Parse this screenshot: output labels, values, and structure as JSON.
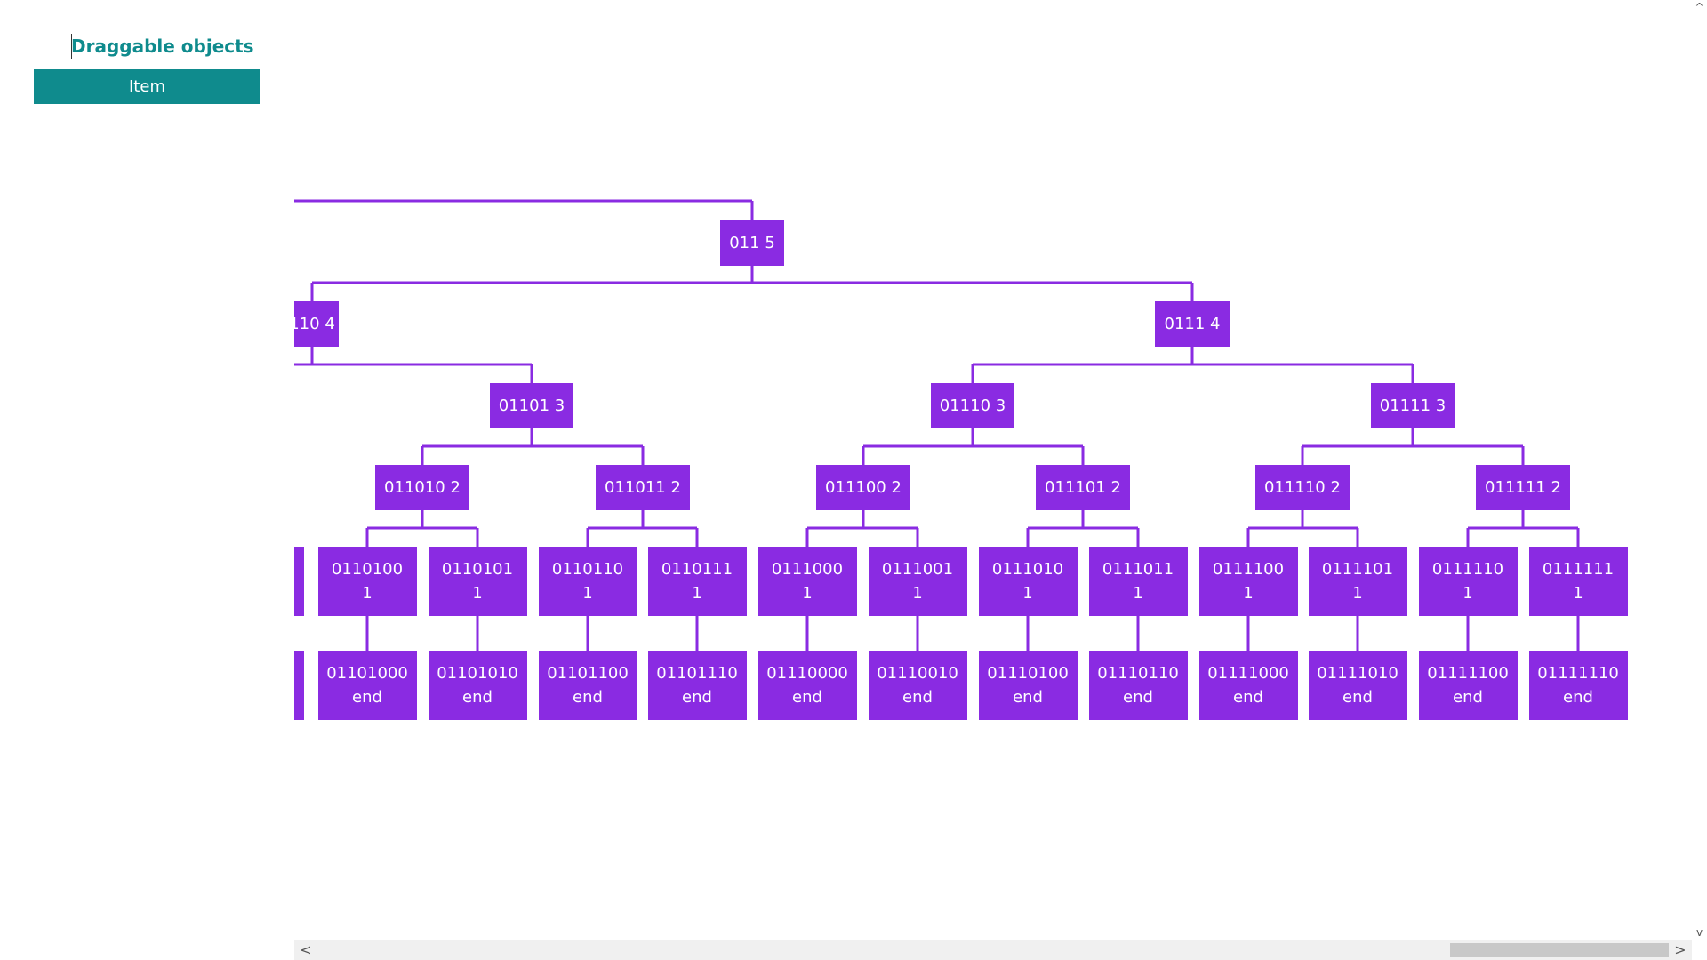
{
  "palette": {
    "title": "Draggable objects",
    "item_label": "Item"
  },
  "colors": {
    "node": "#8a2be2",
    "link": "#8a2be2",
    "palette_accent": "#0f8b8d"
  },
  "diagram": {
    "root": "011 5",
    "level4": [
      "110 4",
      "0111 4"
    ],
    "level3": [
      "01101 3",
      "01110 3",
      "01111 3"
    ],
    "level2": [
      "011010 2",
      "011011 2",
      "011100 2",
      "011101 2",
      "011110 2",
      "011111 2"
    ],
    "level1": [
      "0110100\n1",
      "0110101\n1",
      "0110110\n1",
      "0110111\n1",
      "0111000\n1",
      "0111001\n1",
      "0111010\n1",
      "0111011\n1",
      "0111100\n1",
      "0111101\n1",
      "0111110\n1",
      "0111111\n1"
    ],
    "leaves": [
      "01101000\nend",
      "01101010\nend",
      "01101100\nend",
      "01101110\nend",
      "01110000\nend",
      "01110010\nend",
      "01110100\nend",
      "01110110\nend",
      "01111000\nend",
      "01111010\nend",
      "01111100\nend",
      "01111110\nend"
    ]
  },
  "scrollbars": {
    "left_arrow": "<",
    "right_arrow": ">",
    "up_arrow": "^",
    "down_arrow": "v"
  }
}
